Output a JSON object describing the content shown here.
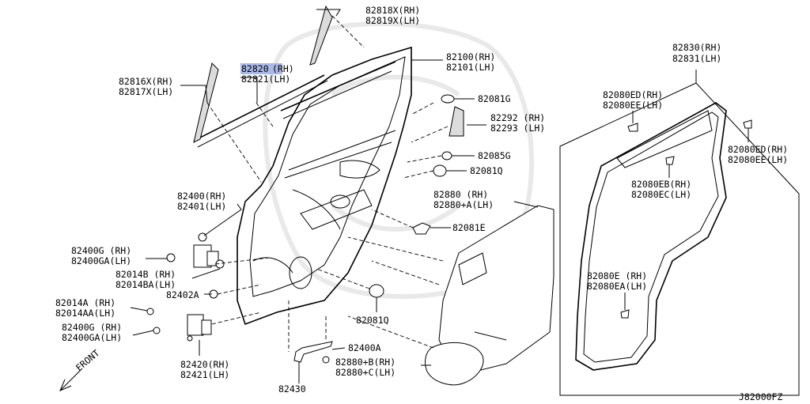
{
  "labels": {
    "l82818": "82818X(RH)",
    "l82819": "82819X(LH)",
    "l82820": "82820",
    "l82820_rh": "(RH)",
    "l82821": "82821(LH)",
    "l82816": "82816X(RH)",
    "l82817": "82817X(LH)",
    "l82100": "82100(RH)",
    "l82101": "82101(LH)",
    "l82081G": "82081G",
    "l82292": "82292 (RH)",
    "l82293": "82293 (LH)",
    "l82085G": "82085G",
    "l82081Q_top": "82081Q",
    "l82880": "82880  (RH)",
    "l82880A": "82880+A(LH)",
    "l82081E": "82081E",
    "l82400": "82400(RH)",
    "l82401": "82401(LH)",
    "l82400G_1": "82400G (RH)",
    "l82400GA_1": "82400GA(LH)",
    "l82014B": "82014B  (RH)",
    "l82014BA": "82014BA(LH)",
    "l82402A": "82402A",
    "l82014A": "82014A  (RH)",
    "l82014AA": "82014AA(LH)",
    "l82400G_2": "82400G  (RH)",
    "l82400GA_2": "82400GA(LH)",
    "l82081Q_bot": "82081Q",
    "l82400A": "82400A",
    "l82880B": "82880+B(RH)",
    "l82880C": "82880+C(LH)",
    "l82420": "82420(RH)",
    "l82421": "82421(LH)",
    "l82430": "82430",
    "l82830": "82830(RH)",
    "l82831": "82831(LH)",
    "l82080ED_top": "82080ED(RH)",
    "l82080EE_top": "82080EE(LH)",
    "l82080ED_right": "82080ED(RH)",
    "l82080EE_right": "82080EE(LH)",
    "l82080EB": "82080EB(RH)",
    "l82080EC": "82080EC(LH)",
    "l82080E": "82080E  (RH)",
    "l82080EA": "82080EA(LH)",
    "front": "FRONT",
    "diagram_code": "J82000FZ"
  },
  "colors": {
    "line": "#000000",
    "highlight": "#aab8e8",
    "watermark": "#e9e9e9",
    "background": "#ffffff"
  }
}
